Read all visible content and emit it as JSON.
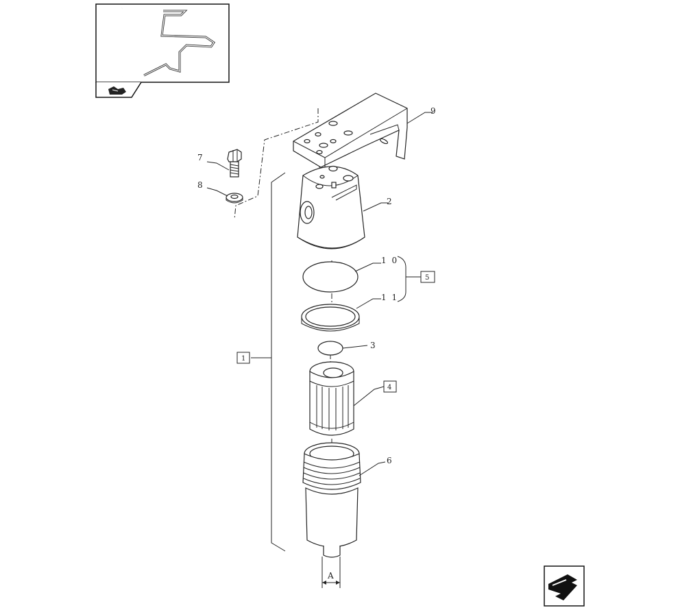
{
  "callouts": {
    "c1": "1",
    "c2": "2",
    "c3": "3",
    "c4": "4",
    "c5": "5",
    "c6": "6",
    "c7": "7",
    "c8": "8",
    "c9": "9",
    "c10": "1 0",
    "c11": "1 1"
  },
  "dimension": {
    "label": "A"
  },
  "icons": {
    "inset": "pipe-routing-thumbnail-icon",
    "inset_tab": "tractor-shape-icon",
    "nav": "next-page-arrow-icon"
  }
}
